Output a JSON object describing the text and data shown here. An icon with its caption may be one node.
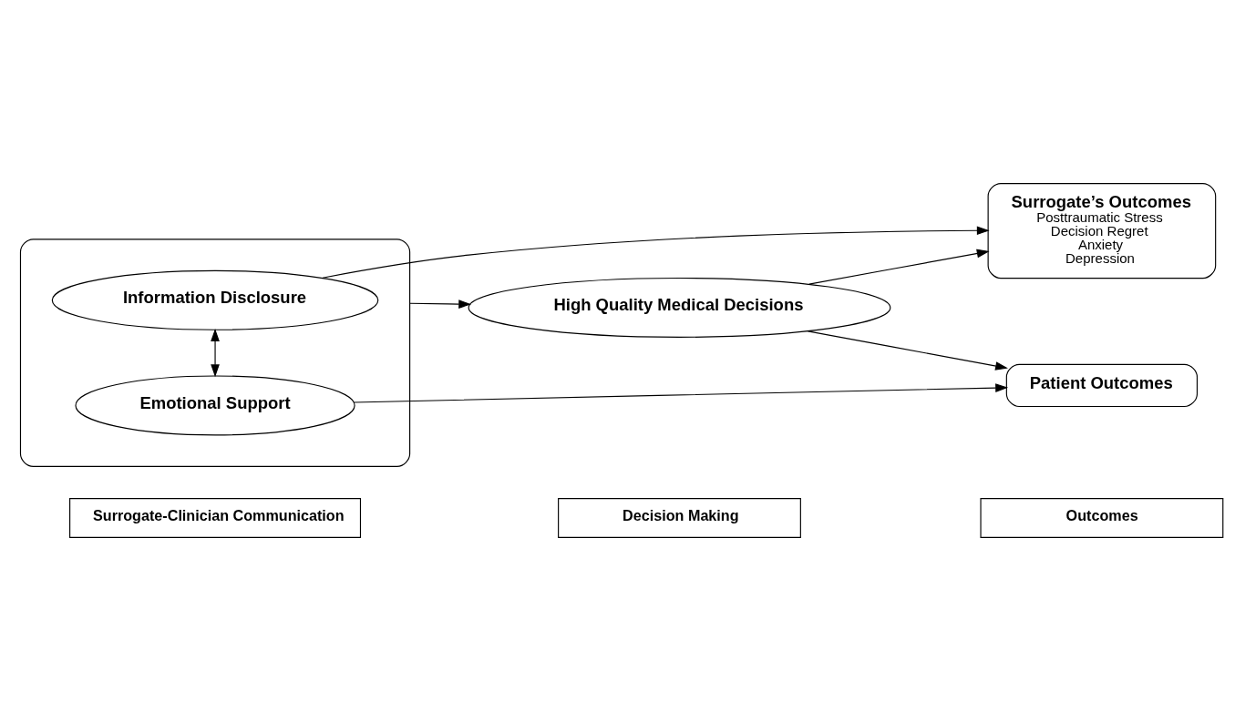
{
  "diagram": {
    "nodes": [
      {
        "text": [
          "Surrogate-Clinician Communication"
        ]
      },
      {
        "text": [
          "Decision Making"
        ]
      },
      {
        "text": [
          "Outcomes"
        ]
      },
      {
        "text": [],
        "shape": "ellipse"
      },
      {
        "text": [
          "Information Disclosure"
        ],
        "in": 3
      },
      {
        "text": [
          "Emotional Support"
        ],
        "in": 3
      },
      {
        "text": [
          "High Quality Medical Decisions"
        ]
      },
      {
        "text": [
          "Surrogate’s Outcomes",
          "Posttraumatic Stress",
          "Decision Regret",
          "Anxiety",
          "Depression"
        ]
      },
      {
        "text": [
          "Patient Outcomes"
        ]
      }
    ],
    "edges": [
      {
        "from": 4,
        "to": 7,
        "arrow": "to"
      },
      {
        "from": 4,
        "to": 5,
        "arrow": "both"
      },
      {
        "from": 3,
        "to": 6,
        "arrow": "to"
      },
      {
        "from": 6,
        "to": 7,
        "arrow": "to"
      },
      {
        "from": 6,
        "to": 8,
        "arrow": "to"
      },
      {
        "from": 5,
        "to": 8,
        "arrow": "to"
      }
    ]
  }
}
